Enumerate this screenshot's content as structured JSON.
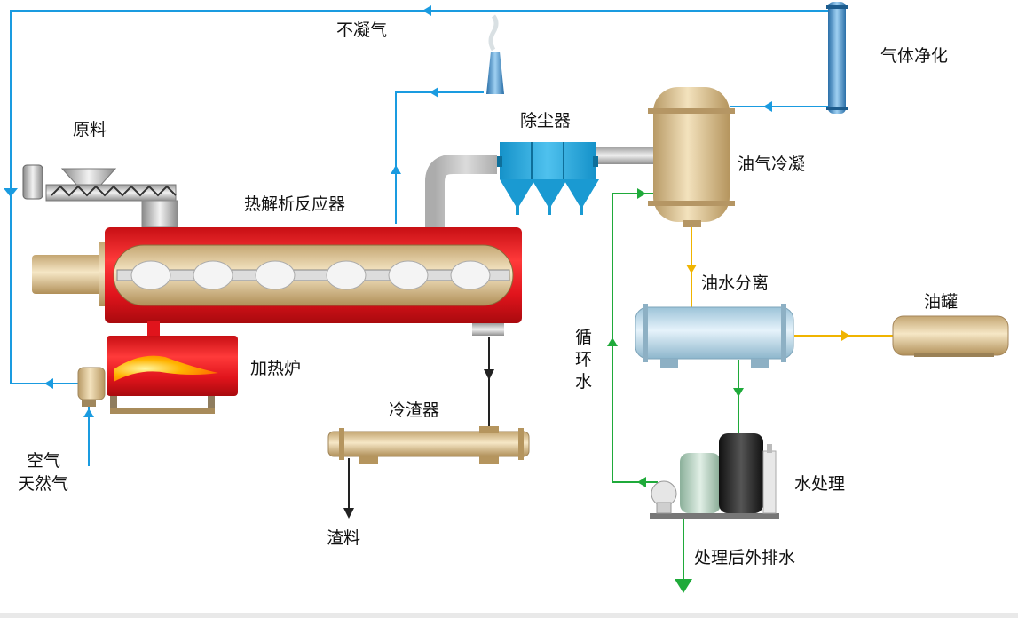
{
  "labels": {
    "noncondensable_gas": "不凝气",
    "gas_purification": "气体净化",
    "raw_material": "原料",
    "dust_remover": "除尘器",
    "oil_gas_condensation": "油气冷凝",
    "pyrolysis_reactor": "热解析反应器",
    "oil_water_separation": "油水分离",
    "oil_tank": "油罐",
    "circulating_water": [
      "循",
      "环",
      "水"
    ],
    "heating_furnace": "加热炉",
    "slag_cooler": "冷渣器",
    "air": "空气",
    "natural_gas": "天然气",
    "slag": "渣料",
    "water_treatment": "水处理",
    "treated_discharge": "处理后外排水"
  },
  "colors": {
    "gas_line": "#1a9be0",
    "oil_line": "#f0b400",
    "water_line": "#1faa3a",
    "slag_line": "#222222",
    "reactor_red": "#e0141c",
    "tank_tan": "#d9bf8e"
  }
}
